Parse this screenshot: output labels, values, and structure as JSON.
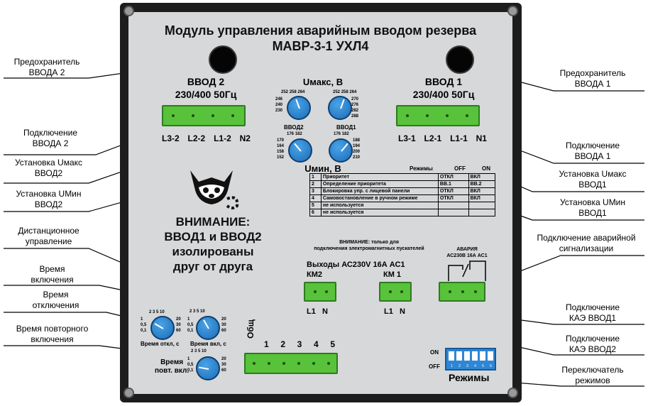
{
  "callouts": {
    "fuse2": "Предохранитель\nВВОДА 2",
    "conn2": "Подключение\nВВОДА 2",
    "umax2": "Установка Uмакс\nВВОД2",
    "umin2": "Установка UМин\nВВОД2",
    "remote": "Дистанционное\nуправление",
    "t_on": "Время\nвключения",
    "t_off": "Время\nотключения",
    "t_re": "Время повторного\nвключения",
    "fuse1": "Предохранитель\nВВОДА 1",
    "conn1": "Подключение\nВВОДА 1",
    "umax1": "Установка Uмакс\nВВОД1",
    "umin1": "Установка UМин\nВВОД1",
    "alarm": "Подключение аварийной\nсигнализации",
    "kae1": "Подключение\nКАЭ ВВОД1",
    "kae2": "Подключение\nКАЭ ВВОД2",
    "modes_sw": "Переключатель\nрежимов"
  },
  "panel": {
    "title1": "Модуль управления аварийным вводом резерва",
    "title2": "МАВР-3-1 УХЛ4",
    "vvod2_title": "ВВОД 2",
    "vvod2_spec": "230/400 50Гц",
    "vvod1_title": "ВВОД 1",
    "vvod1_spec": "230/400 50Гц",
    "vvod2_terms": [
      "L3-2",
      "L2-2",
      "L1-2",
      "N2"
    ],
    "vvod1_terms": [
      "L3-1",
      "L2-1",
      "L1-1",
      "N1"
    ],
    "umax_label": "Uмакс, В",
    "umin_label": "Uмин, В",
    "umax_scale": [
      "252",
      "258",
      "264",
      "270",
      "246",
      "276",
      "240",
      "282",
      "230",
      "288"
    ],
    "umin_scale": [
      "176",
      "182",
      "170",
      "188",
      "164",
      "194",
      "158",
      "200",
      "152",
      "210"
    ],
    "vvod2_small": "ВВОД2",
    "vvod1_small": "ВВОД1",
    "modes_header": "Режимы",
    "modes_off": "OFF",
    "modes_on": "ON",
    "modes_rows": [
      {
        "n": "1",
        "name": "Приоритет",
        "off": "ОТКЛ",
        "on": "ВКЛ"
      },
      {
        "n": "2",
        "name": "Определение приоритета",
        "off": "ВВ.1",
        "on": "ВВ.2"
      },
      {
        "n": "3",
        "name": "Блокировка упр. с лицевой панели",
        "off": "ОТКЛ",
        "on": "ВКЛ"
      },
      {
        "n": "4",
        "name": "Самовостановление в ручном режиме",
        "off": "ОТКЛ",
        "on": "ВКЛ"
      },
      {
        "n": "5",
        "name": "не используется",
        "off": "",
        "on": ""
      },
      {
        "n": "6",
        "name": "не используется",
        "off": "",
        "on": ""
      }
    ],
    "warning_lines": [
      "ВНИМАНИЕ:",
      "ВВОД1 и ВВОД2",
      "изолированы",
      "друг от друга"
    ],
    "note": "ВНИМАНИЕ: только для\nподключения электромагнитных пускателей",
    "outputs_label": "Выходы АС230V 16А АС1",
    "km2": "КМ2",
    "km1": "КМ 1",
    "km_terms": [
      "L1",
      "N"
    ],
    "alarm_label": "АВАРИЯ\nАС230В 16А АС1",
    "time_scale": [
      "2",
      "3",
      "5",
      "10",
      "1",
      "20",
      "0,5",
      "30",
      "0,1",
      "60"
    ],
    "time_off_label": "Время откл, с",
    "time_on_label": "Время вкл, с",
    "time_re_label1": "Время",
    "time_re_label2": "повт. вкл.",
    "remote_common": "Общ",
    "remote_terms": [
      "1",
      "2",
      "3",
      "4",
      "5"
    ],
    "dip_on": "ON",
    "dip_off": "OFF",
    "dip_numbers": [
      "1",
      "2",
      "3",
      "4",
      "5",
      "6"
    ],
    "modes_label": "Режимы"
  },
  "colors": {
    "panel": "#1d1d1d",
    "face": "#d7d8da",
    "terminal": "#57c23a",
    "knob": "#1a6cb8"
  }
}
